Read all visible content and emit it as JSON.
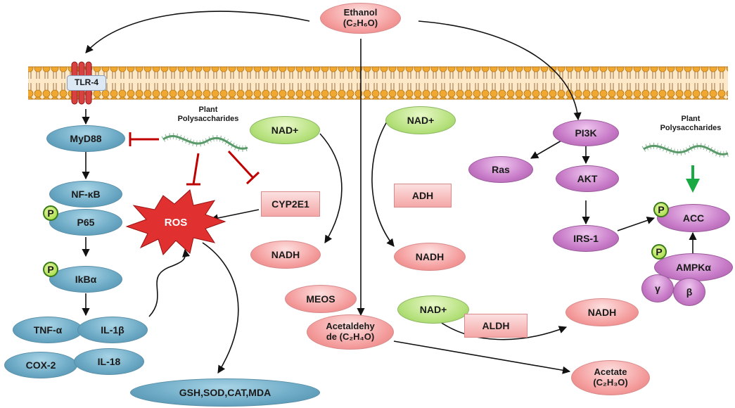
{
  "nodes": {
    "ethanol": {
      "line1": "Ethanol",
      "line2": "(C₂H₆O)"
    },
    "tlr4": "TLR-4",
    "myd88": "MyD88",
    "nfkb": "NF-κB",
    "p65": "P65",
    "ikba": "IkBα",
    "tnfa": "TNF-α",
    "il1b": "IL-1β",
    "cox2": "COX-2",
    "il18": "IL-18",
    "ros": "ROS",
    "gsh": "GSH,SOD,CAT,MDA",
    "cyp2e1": "CYP2E1",
    "nad_left": "NAD+",
    "nadh_left": "NADH",
    "meos": "MEOS",
    "acetaldehyde": {
      "line1": "Acetaldehy",
      "line2": "de (C₂H₄O)"
    },
    "nad_mid": "NAD+",
    "adh": "ADH",
    "nadh_mid": "NADH",
    "nad_low": "NAD+",
    "aldh": "ALDH",
    "nadh_right": "NADH",
    "acetate": {
      "line1": "Acetate",
      "line2": "(C₂H₃O)"
    },
    "pi3k": "PI3K",
    "ras": "Ras",
    "akt": "AKT",
    "irs1": "IRS-1",
    "acc": "ACC",
    "ampk": "AMPKα",
    "gamma": "γ",
    "beta": "β"
  },
  "labels": {
    "plant_left": {
      "line1": "Plant",
      "line2": "Polysaccharides"
    },
    "plant_right": {
      "line1": "Plant",
      "line2": "Polysaccharides"
    },
    "phospho": "P"
  },
  "colors": {
    "membrane": "#f7c98a",
    "membrane_head": "#f0a830",
    "inhibit": "#c00000",
    "activate": "#1aaa44",
    "polysaccharide": "#5a9a6a"
  }
}
